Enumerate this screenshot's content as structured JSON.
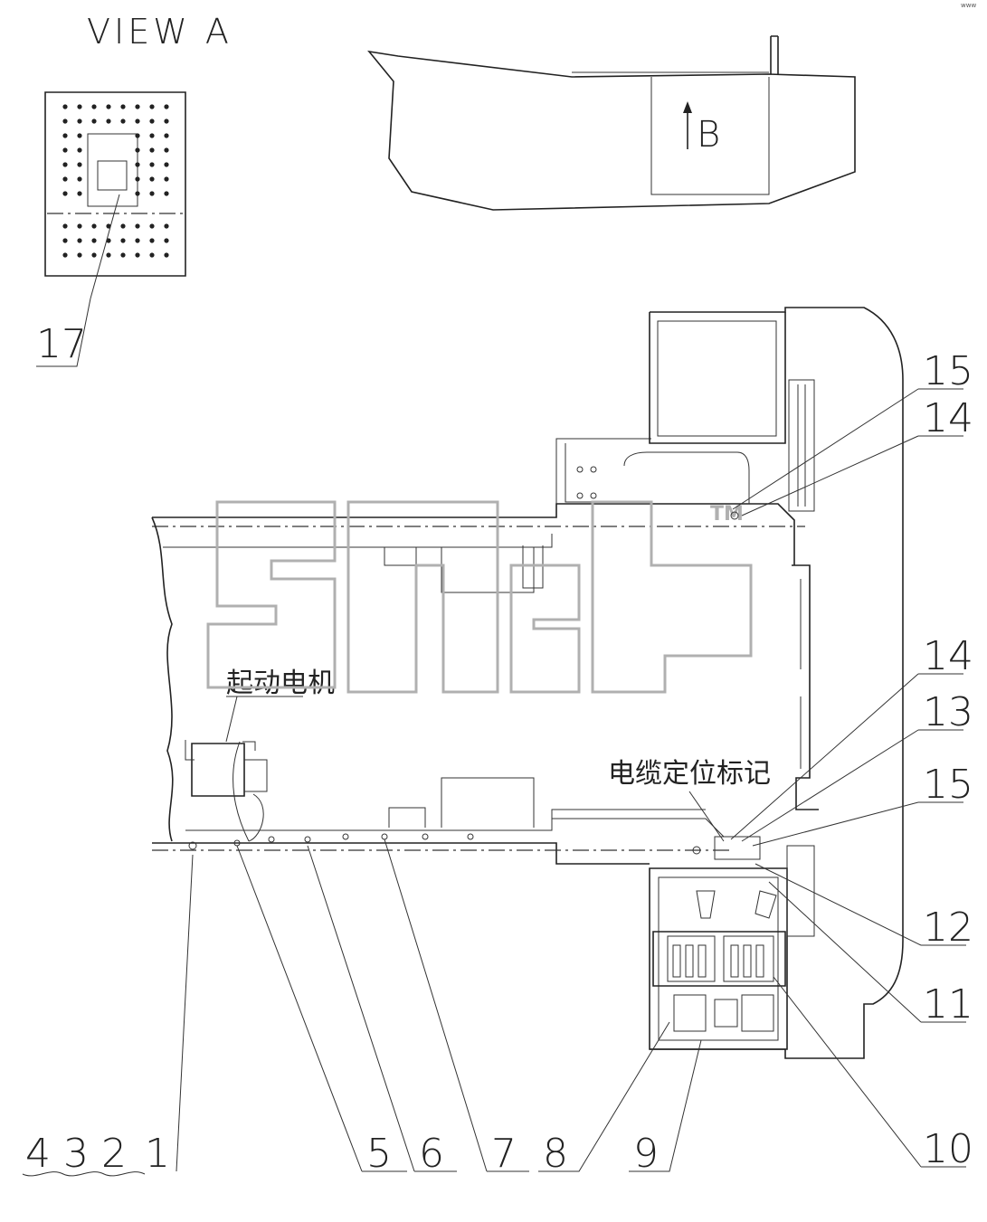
{
  "view_title": "VIEW A",
  "view_b_label": "B",
  "labels": {
    "starter_motor": "起动电机",
    "cable_mark": "电缆定位标记"
  },
  "watermark": "3mcp",
  "watermark_tm": "TM",
  "corner_mark": "www",
  "callouts": {
    "c1": "1",
    "c2": "2",
    "c3": "3",
    "c4": "4",
    "c5": "5",
    "c6": "6",
    "c7": "7",
    "c8": "8",
    "c9": "9",
    "c10": "10",
    "c11": "11",
    "c12": "12",
    "c13": "13",
    "c14a": "14",
    "c14b": "14",
    "c15a": "15",
    "c15b": "15",
    "c17": "17"
  }
}
